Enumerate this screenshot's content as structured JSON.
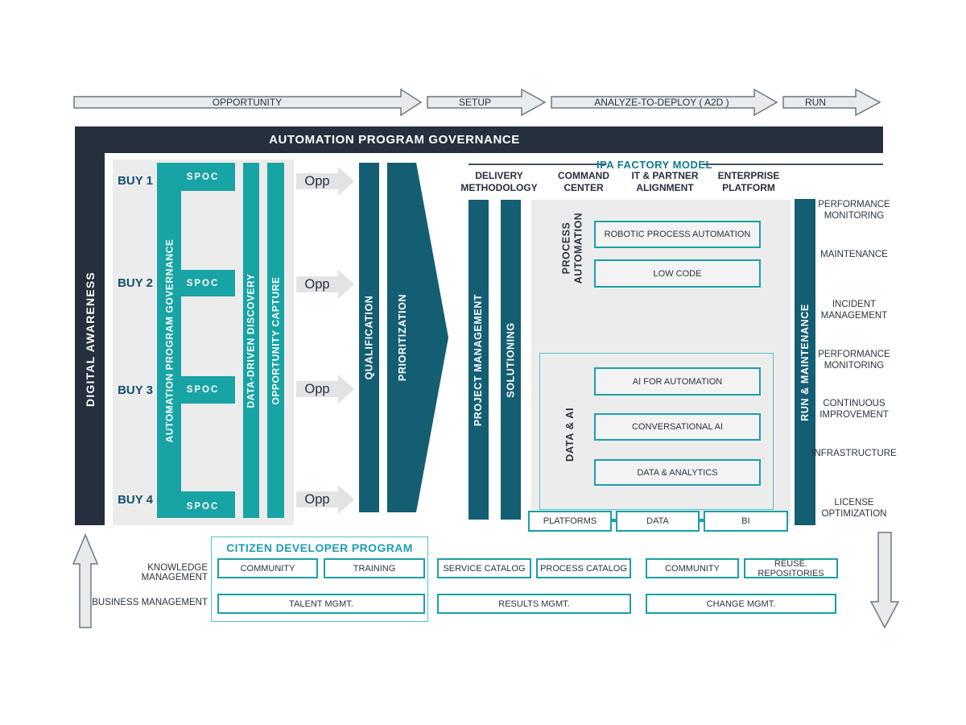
{
  "colors": {
    "navy": "#262F3E",
    "teal": "#18A3A5",
    "dark_teal": "#135E73",
    "panel": "#ECECED",
    "box_fill": "#F3F3F4",
    "border_teal": "#1B9FA6",
    "light_border": "#56C2CA",
    "title_teal": "#0F7A8C",
    "cdp_title": "#1E9EB0",
    "text": "#2A3440",
    "buy_text": "#14506E",
    "arrow_fill": "#E8EAEB",
    "arrow_stroke": "#6A7984",
    "opp_fill": "#E2E3E5",
    "line": "#44525C"
  },
  "top_arrows": [
    "OPPORTUNITY",
    "SETUP",
    "ANALYZE-TO-DEPLOY ( A2D )",
    "RUN"
  ],
  "header": {
    "title": "AUTOMATION PROGRAM GOVERNANCE"
  },
  "left": {
    "digital_awareness": "DIGITAL AWARENESS",
    "trunk_label": "AUTOMATION PROGRAM GOVERNANCE",
    "discovery_bar": "DATA-DRIVEN DISCOVERY",
    "capture_bar": "OPPORTUNITY CAPTURE",
    "buy_rows": [
      {
        "label": "BUY 1",
        "spoc": "SPOC",
        "opp": "Opp"
      },
      {
        "label": "BUY 2",
        "spoc": "SPOC",
        "opp": "Opp"
      },
      {
        "label": "BUY 3",
        "spoc": "SPOC",
        "opp": "Opp"
      },
      {
        "label": "BUY 4",
        "spoc": "SPOC",
        "opp": "Opp"
      }
    ]
  },
  "funnel": {
    "qualification": "QUALIFICATION",
    "prioritization": "PRIORITIZATION"
  },
  "factory": {
    "title": "IPA FACTORY MODEL",
    "columns": [
      "DELIVERY\nMETHODOLOGY",
      "COMMAND\nCENTER",
      "IT & PARTNER\nALIGNMENT",
      "ENTERPRISE\nPLATFORM"
    ],
    "project_bar": "PROJECT MANAGEMENT",
    "solutioning_bar": "SOLUTIONING",
    "process_automation": {
      "label": "PROCESS\nAUTOMATION",
      "boxes": [
        "ROBOTIC PROCESS AUTOMATION",
        "LOW CODE"
      ]
    },
    "data_ai": {
      "label": "DATA & AI",
      "boxes": [
        "AI FOR AUTOMATION",
        "CONVERSATIONAL AI",
        "DATA & ANALYTICS"
      ]
    },
    "platform_row": [
      "PLATFORMS",
      "DATA",
      "BI"
    ],
    "run_bar": "RUN & MAINTENANCE",
    "right_labels": [
      "PERFORMANCE\nMONITORING",
      "MAINTENANCE",
      "INCIDENT\nMANAGEMENT",
      "PERFORMANCE\nMONITORING",
      "CONTINUOUS\nIMPROVEMENT",
      "INFRASTRUCTURE",
      "LICENSE\nOPTIMIZATION"
    ]
  },
  "bottom": {
    "left_labels": [
      "KNOWLEDGE MANAGEMENT",
      "BUSINESS MANAGEMENT"
    ],
    "cdp": {
      "title": "CITIZEN DEVELOPER PROGRAM",
      "row1": [
        "COMMUNITY",
        "TRAINING"
      ],
      "row2": "TALENT MGMT."
    },
    "service_group": {
      "row1": [
        "SERVICE CATALOG",
        "PROCESS CATALOG"
      ],
      "row2": "RESULTS MGMT."
    },
    "community_group": {
      "row1": [
        "COMMUNITY",
        "REUSE. REPOSITORIES"
      ],
      "row2": "CHANGE MGMT."
    }
  }
}
